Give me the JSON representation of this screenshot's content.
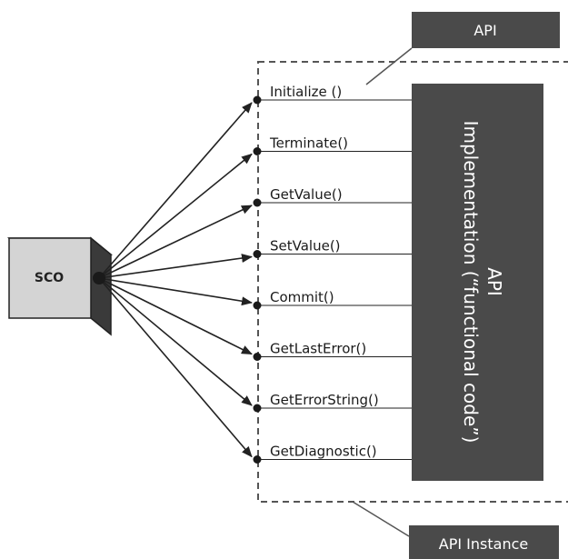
{
  "diagram": {
    "sco_label": "SCO",
    "api_label": "API",
    "api_instance_label": "API Instance",
    "implementation_title": "API",
    "implementation_subtitle": "Implementation (“functional code”)",
    "functions": [
      "Initialize ()",
      "Terminate()",
      "GetValue()",
      "SetValue()",
      "Commit()",
      "GetLastError()",
      "GetErrorString()",
      "GetDiagnostic()"
    ]
  },
  "colors": {
    "dark_box": "#4a4a4a",
    "cube_front": "#d4d4d4",
    "cube_side": "#3a3a3a",
    "line": "#222222",
    "dashed_border": "#555555"
  }
}
